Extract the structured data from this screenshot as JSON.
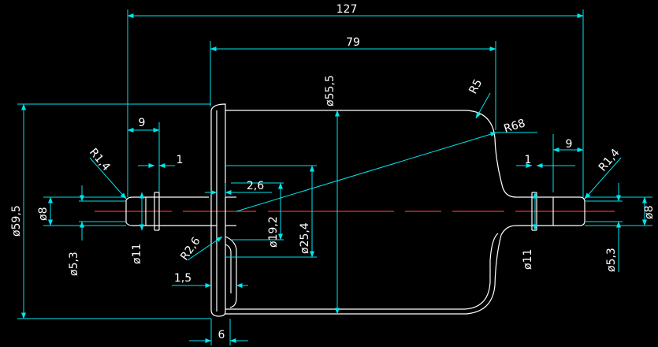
{
  "drawing": {
    "background": "#000000",
    "colors": {
      "geometry": "#ffffff",
      "dimension": "#00e5ee",
      "centerline": "#ff2a2a",
      "text": "#ffffff"
    },
    "dimensions": {
      "overall_length": "127",
      "body_length": "79",
      "body_dia": "ø55,5",
      "r5": "R5",
      "r68": "R68",
      "flange_dia": "ø59,5",
      "left_9": "9",
      "right_9": "9",
      "left_1": "1",
      "right_1": "1",
      "left_r14": "R1,4",
      "right_r14": "R1,4",
      "left_d8": "ø8",
      "right_d8": "ø8",
      "left_d53": "ø5,3",
      "right_d53": "ø5,3",
      "left_d11": "ø11",
      "right_d11": "ø11",
      "d26": "2,6",
      "d192": "ø19,2",
      "d254": "ø25,4",
      "r26": "R2,6",
      "d15": "1,5",
      "d6": "6"
    }
  }
}
